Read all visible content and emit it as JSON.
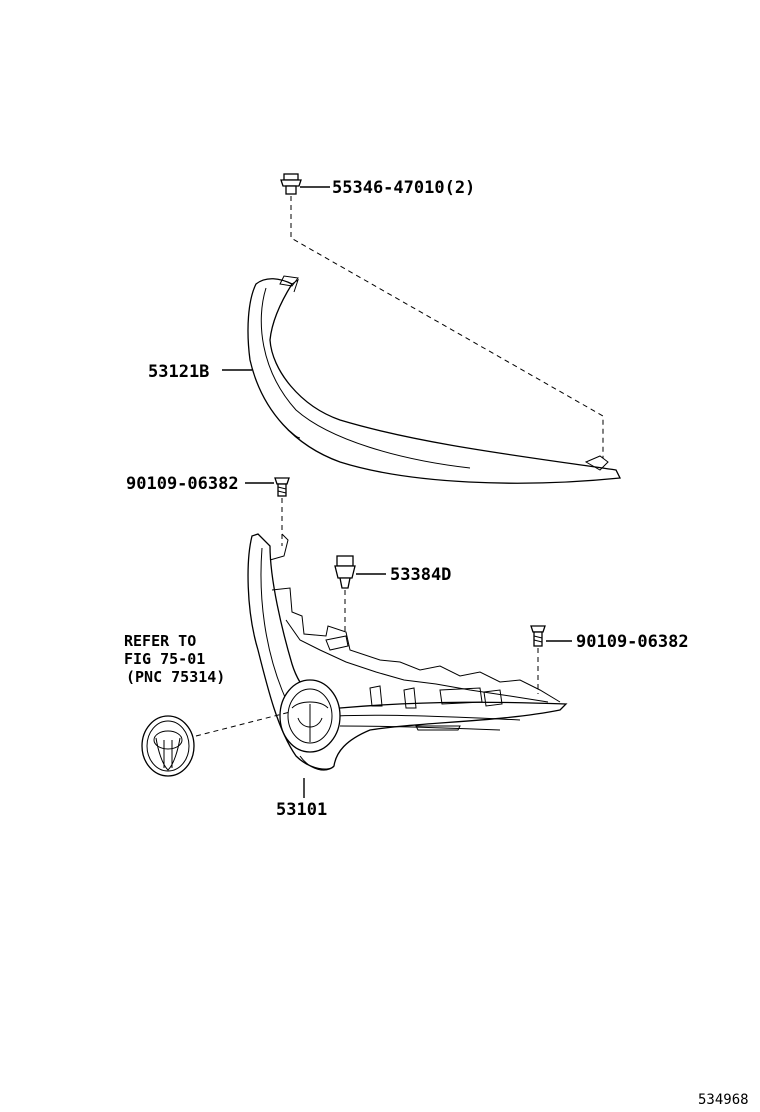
{
  "labels": {
    "clip_top": "55346-47010(2)",
    "molding": "53121B",
    "bolt_left": "90109-06382",
    "bolt_right": "90109-06382",
    "retainer": "53384D",
    "grille": "53101",
    "refer_line1": "REFER TO",
    "refer_line2": "FIG 75-01",
    "refer_line3": "(PNC 75314)"
  },
  "figure_id": "534968",
  "icons": [
    "clip-icon",
    "bolt-icon",
    "retainer-icon",
    "emblem-icon"
  ]
}
